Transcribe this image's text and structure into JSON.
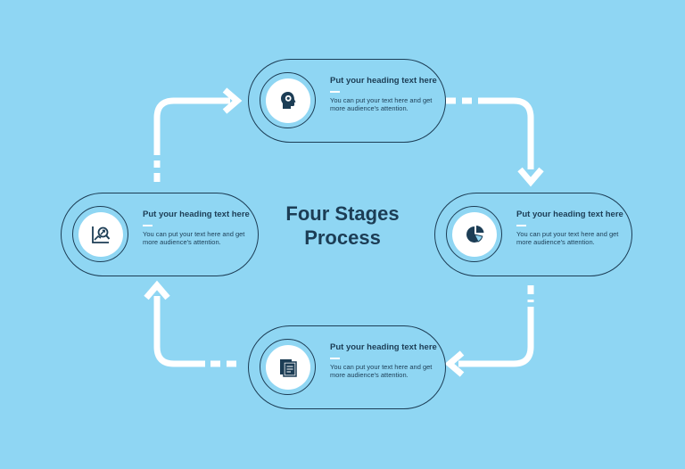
{
  "title": {
    "line1": "Four Stages",
    "line2": "Process"
  },
  "stages": [
    {
      "id": "top",
      "icon": "head-idea-icon",
      "heading": "Put your heading text here",
      "body": "You can put your text here and get more audience's attention."
    },
    {
      "id": "right",
      "icon": "pie-chart-icon",
      "heading": "Put your heading text here",
      "body": "You can put your text here and get more audience's attention."
    },
    {
      "id": "bottom",
      "icon": "documents-icon",
      "heading": "Put your heading text here",
      "body": "You can put your text here and get more audience's attention."
    },
    {
      "id": "left",
      "icon": "growth-analysis-icon",
      "heading": "Put your heading text here",
      "body": "You can put your text here and get more audience's attention."
    }
  ],
  "colors": {
    "background": "#8fd6f3",
    "outline": "#1c3d55",
    "arrow": "#ffffff",
    "icon": "#1c3d55",
    "text": "#1c3d55"
  }
}
